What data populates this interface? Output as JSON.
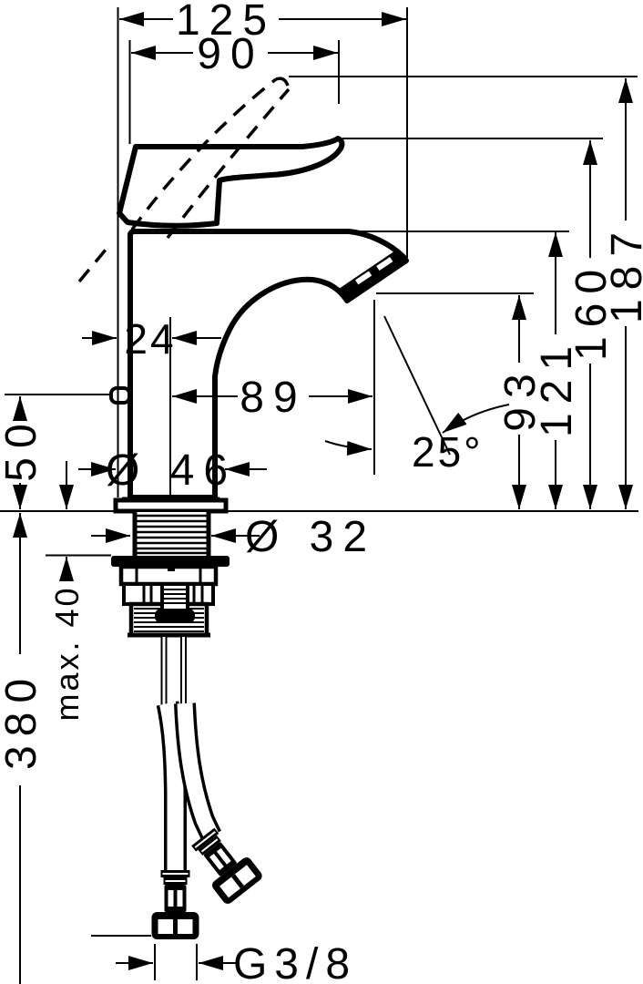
{
  "drawing": {
    "type": "technical-dimension-drawing",
    "subject": "single-lever basin mixer faucet, side view with installation dimensions",
    "colors": {
      "ink": "#000000",
      "paper": "#ffffff"
    },
    "dimensions": {
      "overall_projection": "125",
      "handle_projection": "90",
      "handle_front_offset": "24",
      "spout_reach": "89",
      "pin_height": "50",
      "base_diameter": "Ø 46",
      "outlet_angle": "25°",
      "outlet_height": "93",
      "spout_top_height": "121",
      "lever_height": "160",
      "max_lever_height": "187",
      "shank_diameter": "Ø 32",
      "max_deck_thickness": "max. 40",
      "hose_length": "380",
      "connection_thread": "G3/8"
    }
  }
}
